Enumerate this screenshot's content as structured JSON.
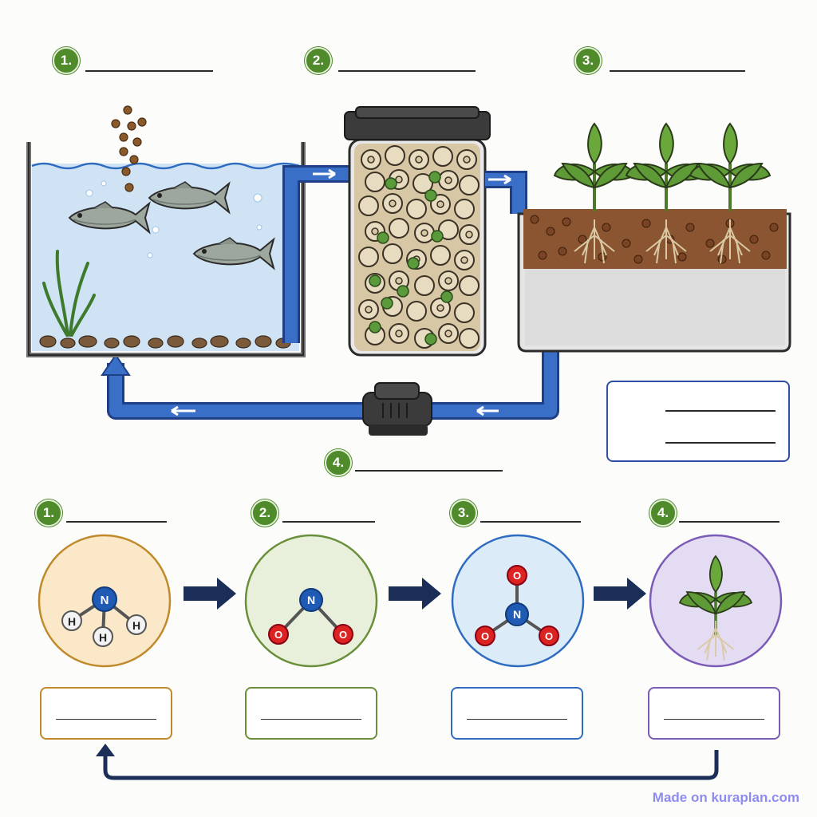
{
  "top_labels": [
    "1.",
    "2.",
    "3.",
    "4."
  ],
  "cycle_labels": [
    "1.",
    "2.",
    "3.",
    "4."
  ],
  "molecules": {
    "ammonia": {
      "center": "N",
      "atoms": [
        "H",
        "H",
        "H"
      ]
    },
    "nitrite": {
      "center": "N",
      "atoms": [
        "O",
        "O"
      ]
    },
    "nitrate": {
      "center": "N",
      "atoms": [
        "O",
        "O",
        "O"
      ]
    }
  },
  "colors": {
    "badge_green": "#4f8a2b",
    "pipe_blue": "#3a6fc7",
    "ammonia_fill": "#fbe8c8",
    "nitrite_fill": "#e8f0dc",
    "nitrate_fill": "#dcebf8",
    "plant_fill": "#e4dcf3",
    "legend_border": "#2f4fa0"
  },
  "icons": [
    "fish-icon",
    "pump-icon",
    "plant-icon",
    "arrow-icon"
  ],
  "watermark": "Made on kuraplan.com"
}
